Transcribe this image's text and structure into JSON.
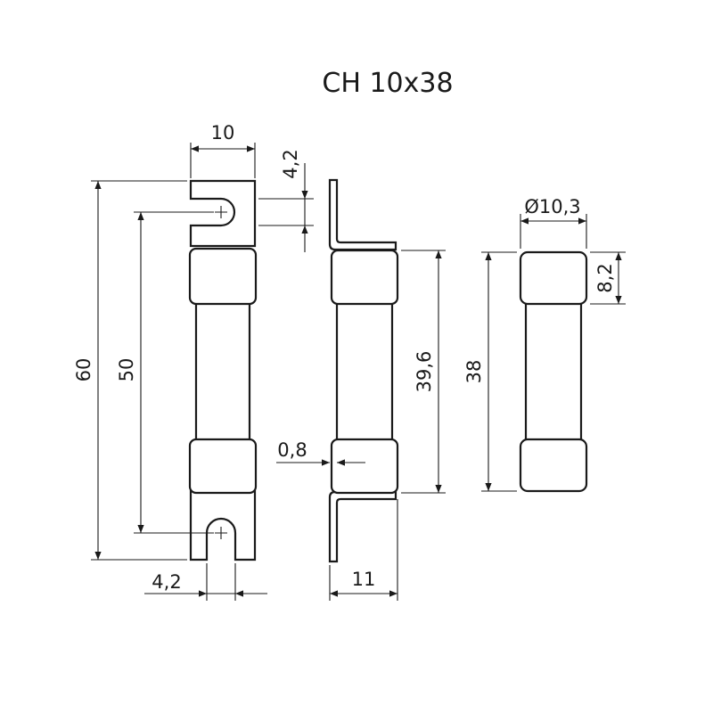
{
  "title": "CH 10x38",
  "dimensions": {
    "tag_width": "10",
    "slot_width_top": "4,2",
    "overall_length": "60",
    "slot_center_distance": "50",
    "slot_width_bottom": "4,2",
    "tag_thickness": "0,8",
    "body_length_side": "39,6",
    "side_width": "11",
    "diameter": "Ø10,3",
    "cap_length": "8,2",
    "cartridge_length": "38"
  }
}
